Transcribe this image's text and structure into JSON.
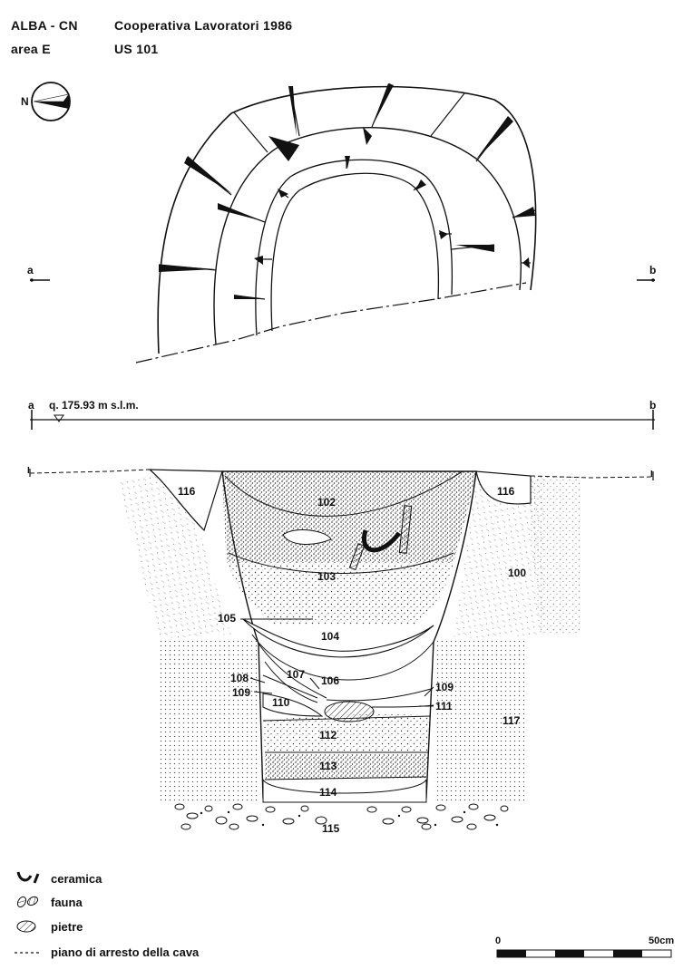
{
  "header": {
    "site": "ALBA - CN",
    "area": "area  E",
    "coop": "Cooperativa Lavoratori 1986",
    "us": "US 101"
  },
  "plan": {
    "north": "N",
    "point_a": "a",
    "point_b": "b"
  },
  "section": {
    "point_a": "a",
    "point_b": "b",
    "elevation": "q. 175.93 m s.l.m.",
    "mark_left": "I",
    "mark_right": "I"
  },
  "units": {
    "u100": "100",
    "u102": "102",
    "u103": "103",
    "u104": "104",
    "u105": "105",
    "u106": "106",
    "u107": "107",
    "u108": "108",
    "u109a": "109",
    "u109b": "109",
    "u110": "110",
    "u111": "111",
    "u112": "112",
    "u113": "113",
    "u114": "114",
    "u115": "115",
    "u116a": "116",
    "u116b": "116",
    "u117": "117"
  },
  "legend": {
    "ceramica": "ceramica",
    "fauna": "fauna",
    "pietre": "pietre",
    "cava": "piano di arresto della cava"
  },
  "scale": {
    "start": "0",
    "end": "50cm"
  }
}
